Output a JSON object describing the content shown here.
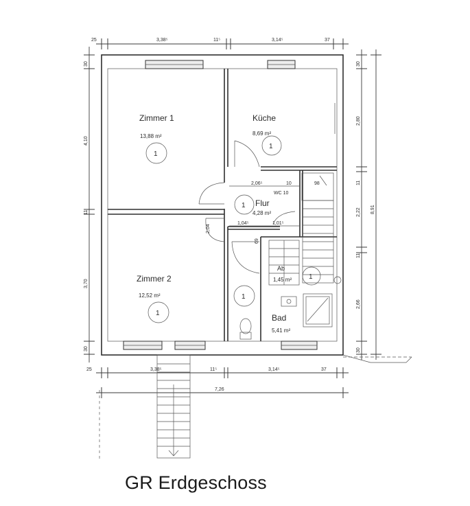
{
  "caption": "GR Erdgeschoss",
  "rooms": {
    "zimmer1": {
      "name": "Zimmer 1",
      "area": "13,88 m²",
      "level": "1"
    },
    "kueche": {
      "name": "Küche",
      "area": "8,69 m²",
      "level": "1"
    },
    "flur": {
      "name": "Flur",
      "area": "4,28 m²",
      "level": "1"
    },
    "zimmer2": {
      "name": "Zimmer 2",
      "area": "12,52 m²",
      "level": "1"
    },
    "abst": {
      "name": "Ab",
      "area": "1,45 m²",
      "level": "1"
    },
    "bad": {
      "name": "Bad",
      "area": "5,41 m²",
      "level": "1"
    },
    "bad_level": "1"
  },
  "dimensions": {
    "top": [
      "25",
      "3,38⁵",
      "11⁵",
      "3,14⁵",
      "37"
    ],
    "bottom": [
      "25",
      "3,38⁵",
      "11⁵",
      "3,14⁵",
      "37"
    ],
    "overall_width": "7,26",
    "left": [
      "30",
      "4,10",
      "11",
      "3,70",
      "30"
    ],
    "right": [
      "30",
      "2,80",
      "11",
      "2,22",
      "11",
      "2,66",
      "30"
    ],
    "right_total": "8,91",
    "inner": [
      "2,06⁵",
      "10",
      "98",
      "WC 10",
      "1,04⁵",
      "1,01⁵",
      "2,04",
      "69"
    ]
  }
}
